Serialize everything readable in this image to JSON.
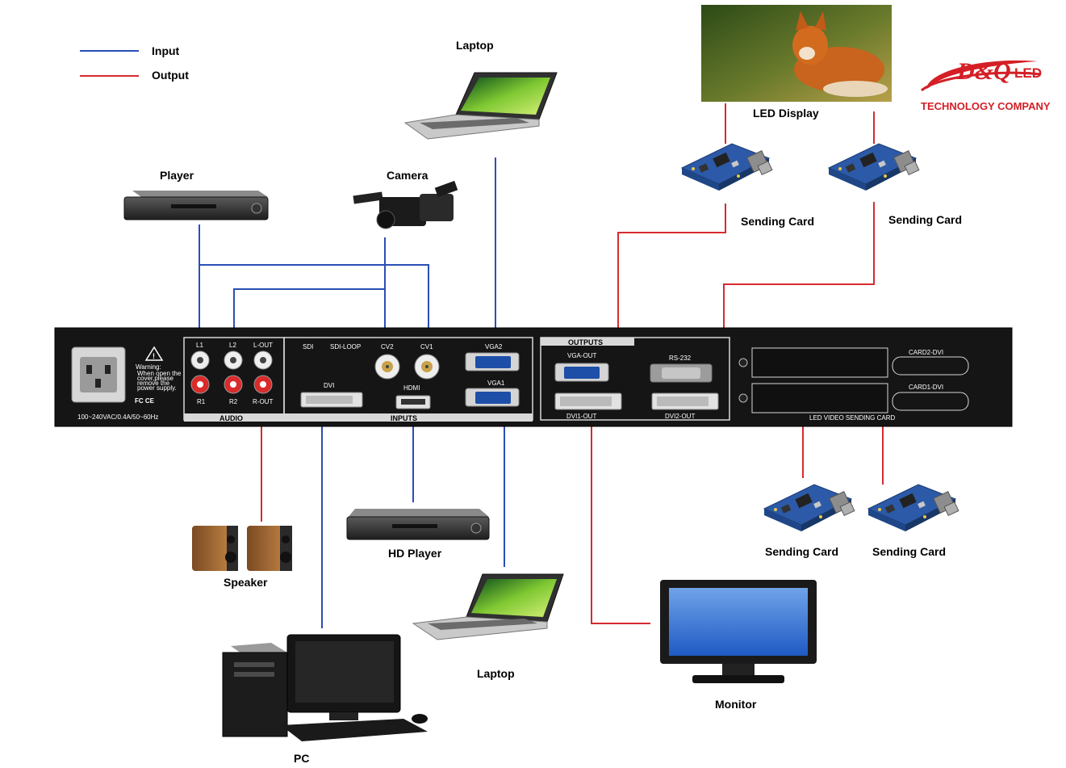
{
  "legend": {
    "input": "Input",
    "output": "Output"
  },
  "colors": {
    "input": "#2a4fb5",
    "output": "#d62b30",
    "panel": "#151515",
    "brand": "#d41f26"
  },
  "brand": {
    "logo_text": "D&Q",
    "logo_suffix": "LED",
    "tagline": "TECHNOLOGY COMPANY"
  },
  "devices": {
    "laptop_top": "Laptop",
    "player": "Player",
    "camera": "Camera",
    "led_display": "LED Display",
    "sending_card_1": "Sending Card",
    "sending_card_2": "Sending Card",
    "sending_card_3": "Sending Card",
    "sending_card_4": "Sending Card",
    "speaker": "Speaker",
    "hd_player": "HD Player",
    "laptop_bottom": "Laptop",
    "monitor": "Monitor",
    "pc": "PC"
  },
  "panel": {
    "power_spec": "100~240VAC/0.4A/50~60Hz",
    "warning": "Warning:",
    "warning_text_1": "When open the",
    "warning_text_2": "cover,please",
    "warning_text_3": "remove the",
    "warning_text_4": "power supply.",
    "cert": "FC CE",
    "audio": {
      "section": "AUDIO",
      "l1": "L1",
      "l2": "L2",
      "l_out": "L-OUT",
      "r1": "R1",
      "r2": "R2",
      "r_out": "R-OUT"
    },
    "inputs": {
      "section": "INPUTS",
      "sdi": "SDI",
      "sdi_loop": "SDI-LOOP",
      "cv2": "CV2",
      "cv1": "CV1",
      "dvi": "DVI",
      "hdmi": "HDMI",
      "vga2": "VGA2",
      "vga1": "VGA1"
    },
    "outputs": {
      "section": "OUTPUTS",
      "vga_out": "VGA-OUT",
      "rs232": "RS-232",
      "dvi1_out": "DVI1-OUT",
      "dvi2_out": "DVI2-OUT"
    },
    "sending_card_slot": {
      "card2": "CARD2-DVI",
      "card1": "CARD1-DVI",
      "label": "LED VIDEO SENDING CARD"
    }
  },
  "icons": [
    "laptop-icon",
    "dvd-player-icon",
    "video-camera-icon",
    "led-screen-icon",
    "sending-card-icon",
    "speaker-icon",
    "monitor-icon",
    "desktop-pc-icon",
    "power-socket-icon",
    "warning-icon"
  ]
}
